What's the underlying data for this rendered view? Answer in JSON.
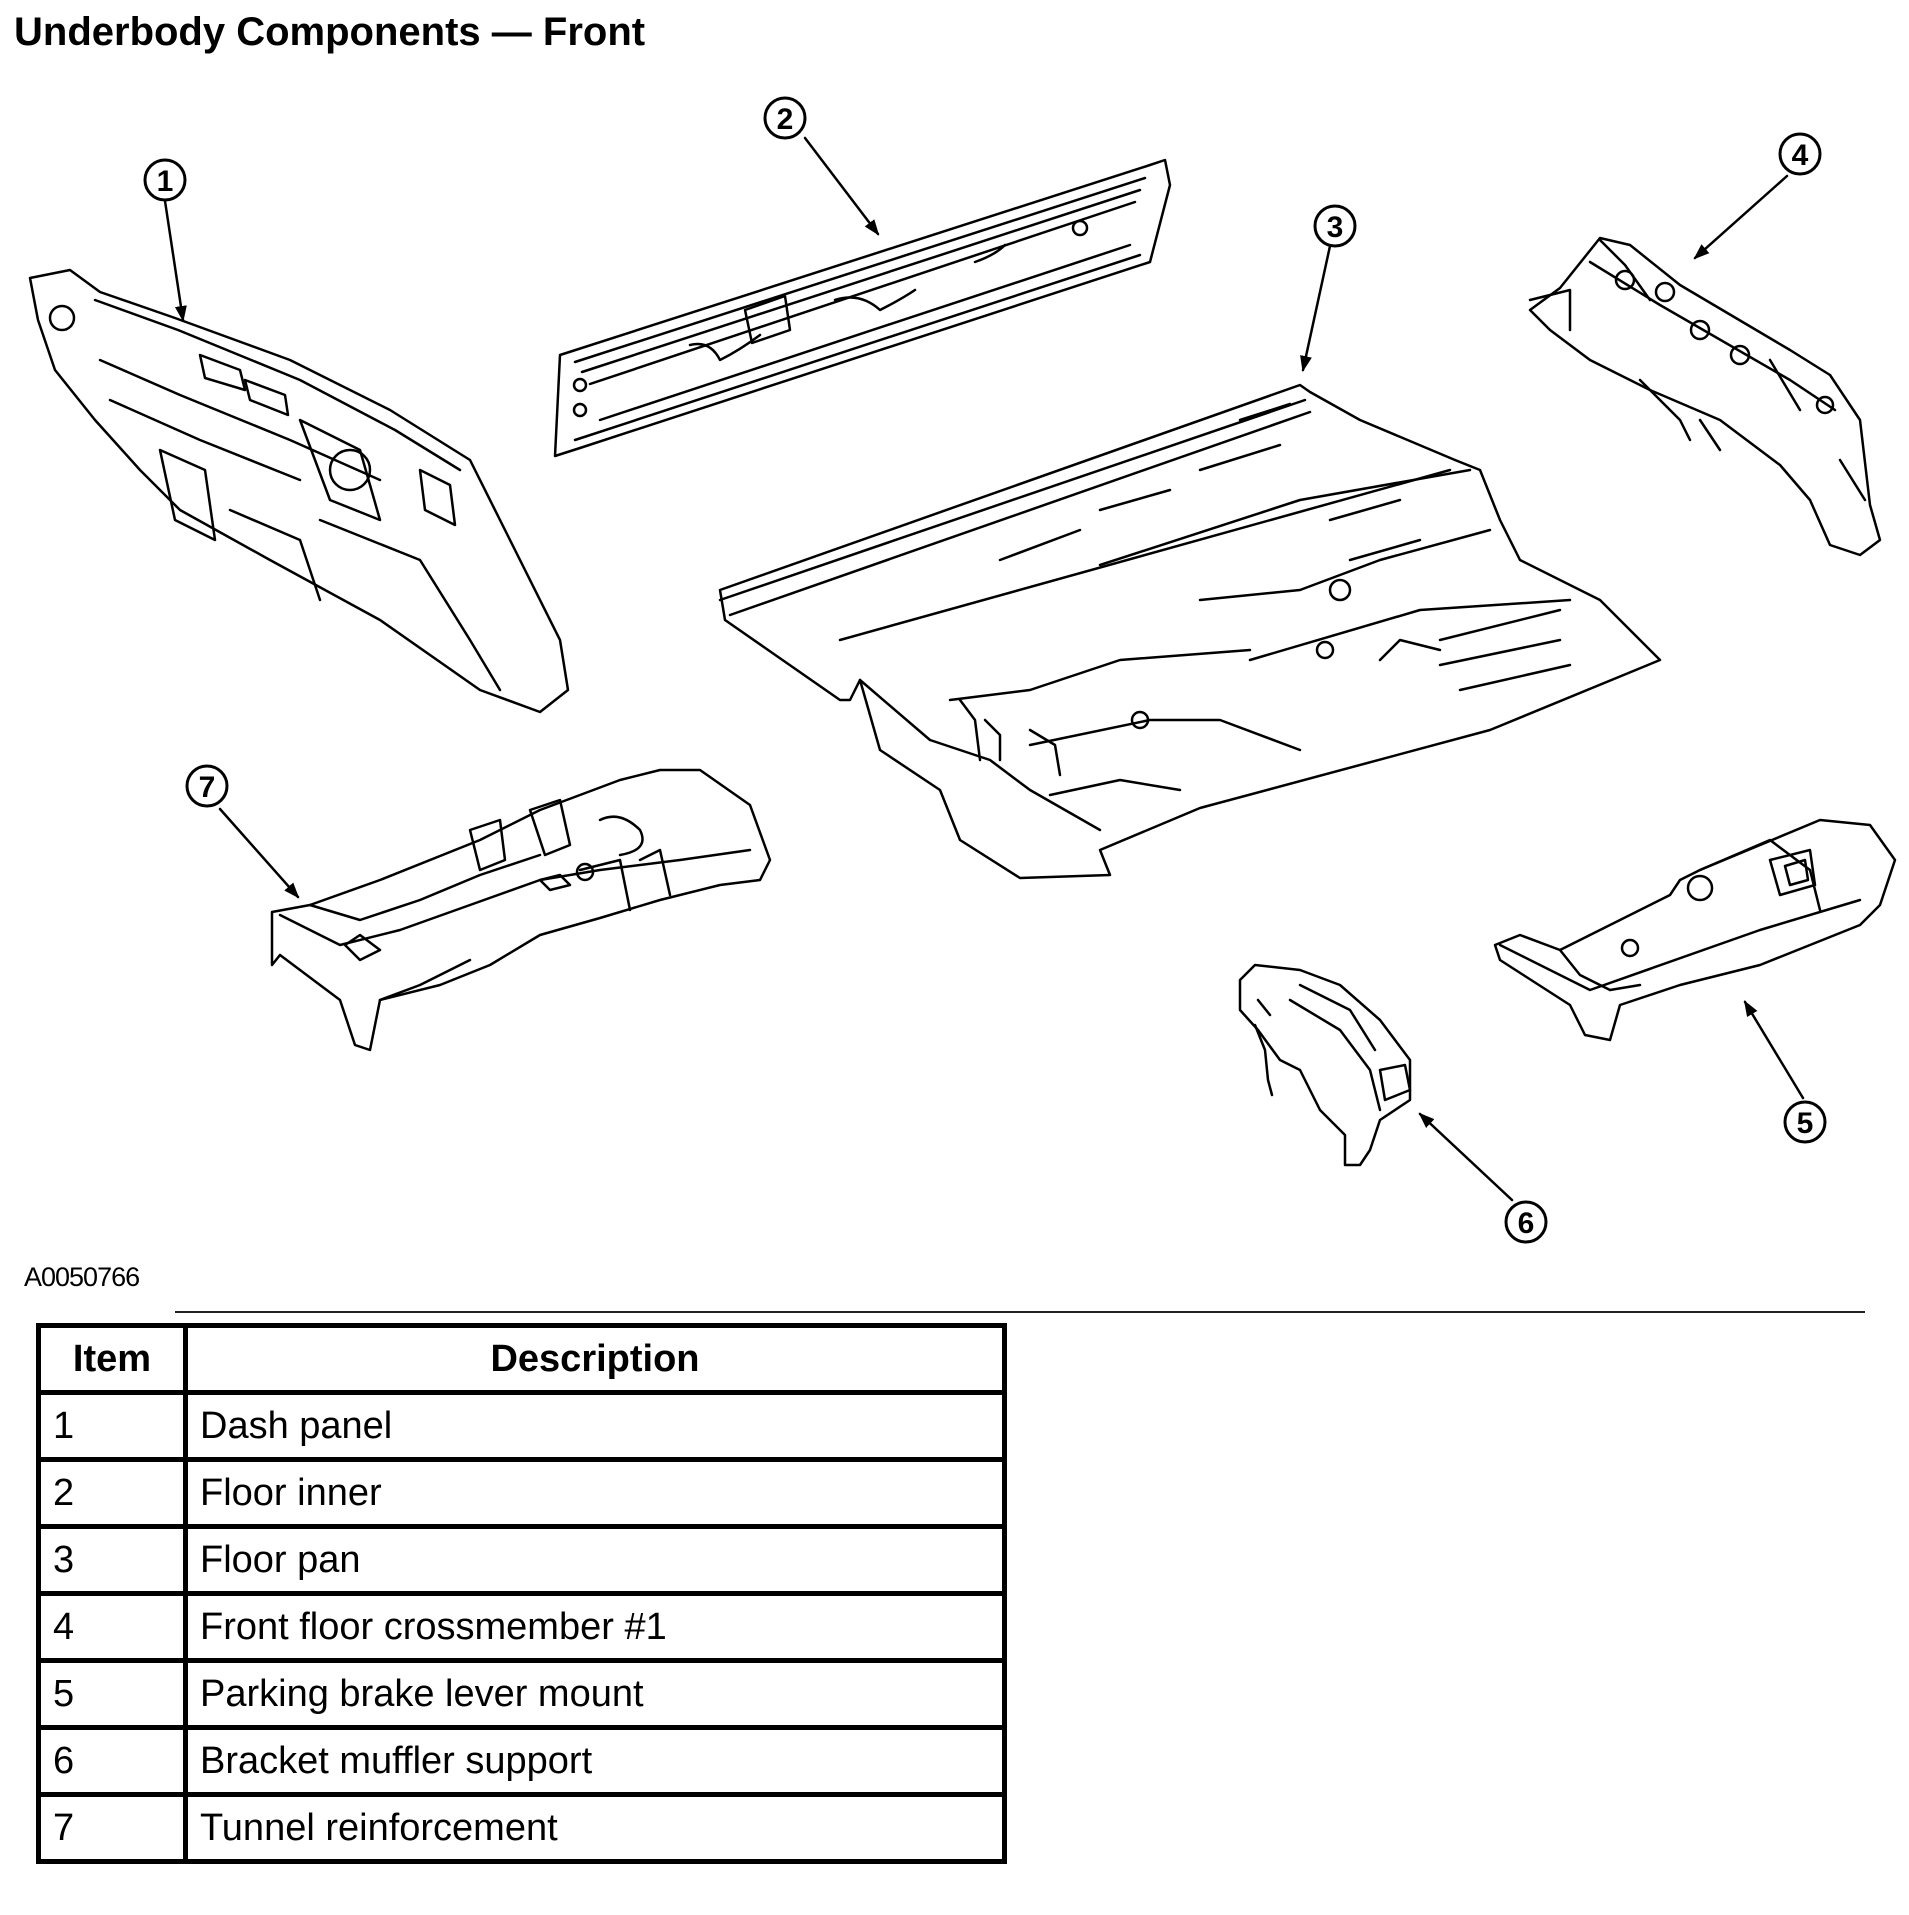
{
  "page": {
    "title": "Underbody Components — Front",
    "figure_id": "A0050766"
  },
  "callouts": [
    "1",
    "2",
    "3",
    "4",
    "5",
    "6",
    "7"
  ],
  "table": {
    "headers": [
      "Item",
      "Description"
    ],
    "rows": [
      {
        "item": "1",
        "description": "Dash panel"
      },
      {
        "item": "2",
        "description": "Floor inner"
      },
      {
        "item": "3",
        "description": "Floor pan"
      },
      {
        "item": "4",
        "description": "Front floor crossmember #1"
      },
      {
        "item": "5",
        "description": "Parking brake lever mount"
      },
      {
        "item": "6",
        "description": "Bracket muffler support"
      },
      {
        "item": "7",
        "description": "Tunnel reinforcement"
      }
    ]
  }
}
